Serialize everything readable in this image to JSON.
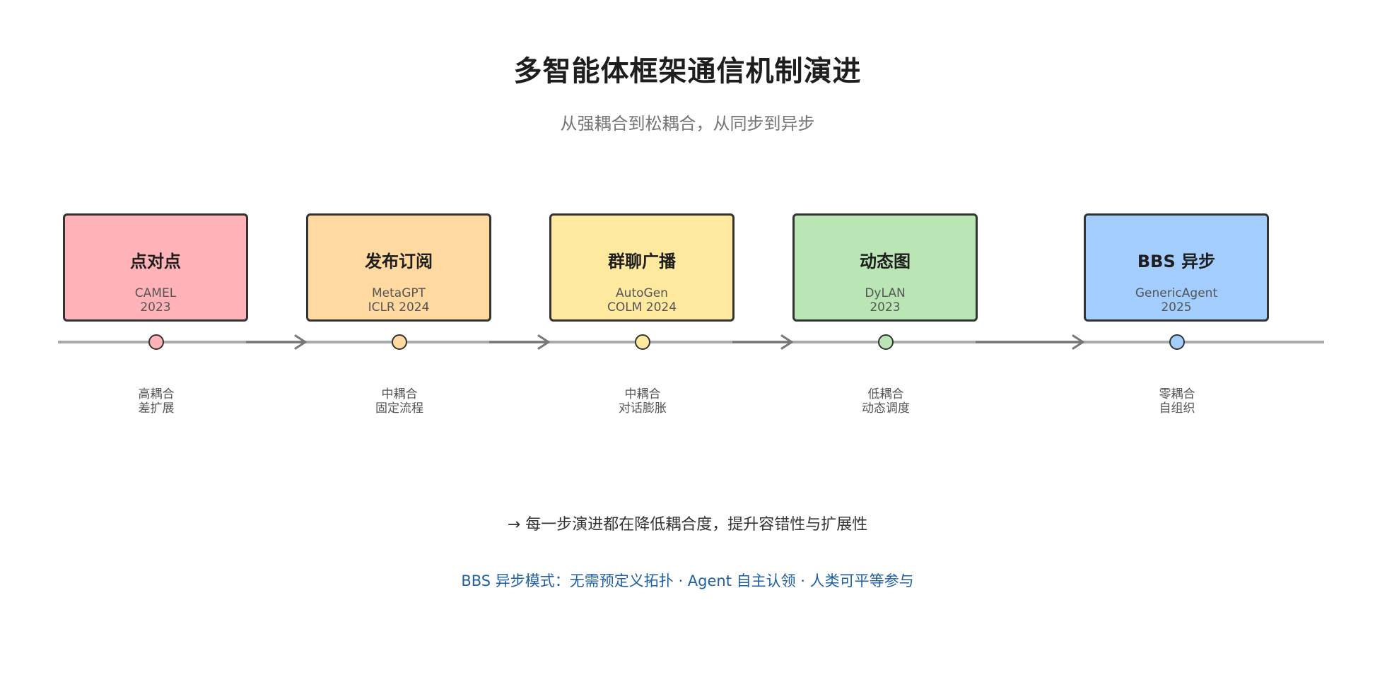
{
  "title": "多智能体框架通信机制演进",
  "subtitle": "从强耦合到松耦合，从同步到异步",
  "stages": [
    {
      "title": "点对点",
      "framework": "CAMEL",
      "venue": "2023",
      "coupling": "高耦合",
      "tradeoff": "差扩展",
      "fill": "#ffb3b8",
      "dot": "#ffb3b8"
    },
    {
      "title": "发布订阅",
      "framework": "MetaGPT",
      "venue": "ICLR 2024",
      "coupling": "中耦合",
      "tradeoff": "固定流程",
      "fill": "#ffd99f",
      "dot": "#ffd99f"
    },
    {
      "title": "群聊广播",
      "framework": "AutoGen",
      "venue": "COLM 2024",
      "coupling": "中耦合",
      "tradeoff": "对话膨胀",
      "fill": "#ffe99e",
      "dot": "#ffe99e"
    },
    {
      "title": "动态图",
      "framework": "DyLAN",
      "venue": "2023",
      "coupling": "低耦合",
      "tradeoff": "动态调度",
      "fill": "#b9e6b4",
      "dot": "#b9e6b4"
    },
    {
      "title": "BBS 异步",
      "framework": "GenericAgent",
      "venue": "2025",
      "coupling": "零耦合",
      "tradeoff": "自组织",
      "fill": "#a2cdfd",
      "dot": "#a2cdfd"
    }
  ],
  "summary": "→ 每一步演进都在降低耦合度，提升容错性与扩展性",
  "footer": "BBS 异步模式：无需预定义拓扑 ·   Agent 自主认领 ·   人类可平等参与",
  "colors": {
    "axis": "#aaaaaa",
    "arrow": "#777777",
    "border": "#333333",
    "footer": "#1f5fa3"
  }
}
